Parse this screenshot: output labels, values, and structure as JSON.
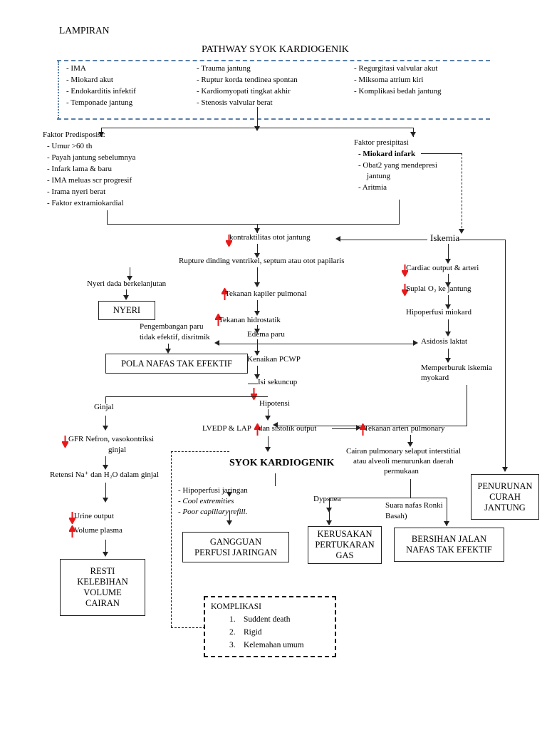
{
  "page": {
    "lampiran_label": "LAMPIRAN",
    "title": "PATHWAY SYOK KARDIOGENIK"
  },
  "etiology": {
    "column1": [
      "-  IMA",
      "-  Miokard akut",
      "-  Endokarditis infektif",
      "-  Temponade jantung"
    ],
    "column2": [
      "- Trauma jantung",
      "- Ruptur korda tendinea spontan",
      "- Kardiomyopati tingkat akhir",
      "- Stenosis valvular berat"
    ],
    "column3": [
      "- Regurgitasi valvular akut",
      "- Miksoma atrium kiri",
      "- Komplikasi bedah jantung"
    ]
  },
  "predisposisi": {
    "heading": "Faktor Predisposisi:",
    "items": [
      "-  Umur >60 th",
      "-  Payah jantung sebelumnya",
      "-  Infark lama & baru",
      "-  IMA meluas scr progresif",
      "-  Irama nyeri berat",
      "-  Faktor extramiokardial"
    ]
  },
  "presipitasi": {
    "heading": "Faktor presipitasi",
    "item_bold": "-  Miokard infark",
    "item2_line1": "-  Obat2 yang mendepresi",
    "item2_line2": "jantung",
    "item3": "-  Aritmia"
  },
  "nodes": {
    "kontraktilitas": "kontraktilitas otot jantung",
    "iskemia": "Iskemia",
    "rupture": "Rupture dinding ventrikel, septum atau otot papilaris",
    "cardiac_output": "Cardiac output & arteri",
    "suplai_o2": "Suplai O₂ ke jantung",
    "hipoperfusi_miokard": "Hipoperfusi miokard",
    "asidosis_laktat": "Asidosis laktat",
    "memperburuk_l1": "Memperburuk iskemia",
    "memperburuk_l2": "myokard",
    "nyeri_dada": "Nyeri dada berkelanjutan",
    "tekanan_kapiler": "Tekanan kapiler pulmonal",
    "tekanan_hidrostatik": "Tekanan hidrostatik",
    "edema_paru": "Edema paru",
    "pengembangan_l1": "Pengembangan paru",
    "pengembangan_l2": "tidak efektif, disritmik",
    "kenaikan_pcwp": "Kenaikan PCWP",
    "isi_sekuncup": "Isi sekuncup",
    "hipotensi": "Hipotensi",
    "ginjal": "Ginjal",
    "gfr_l1": "GFR Nefron, vasokontriksi",
    "gfr_l2": "ginjal",
    "retensi": "Retensi Na⁺ dan H₂O dalam ginjal",
    "urine_output": "Urine output",
    "volume_plasma": "Volume plasma",
    "lvedp_lap": "LVEDP & LAP",
    "sistolik_output": "dan sistolik output",
    "tekanan_arteri_pulmonary": "Tekanan arteri pulmonary",
    "cairan_l1": "Cairan pulmonary selaput interstitial",
    "cairan_l2": "atau alveoli menurunkan daerah",
    "cairan_l3": "permukaan",
    "syok_kardiogenik": "SYOK KARDIOGENIK",
    "dypsnea": "Dypsnea",
    "ronki_l1": "Suara nafas Ronki",
    "ronki_l2": "Basah)"
  },
  "syok_signs": [
    {
      "text": "-  Hipoperfusi jaringan",
      "italic": false
    },
    {
      "text": "-  Cool extremities",
      "italic": true
    },
    {
      "text": "-  Poor capillary refill.",
      "italic": true
    }
  ],
  "diagnosis_boxes": {
    "nyeri": "NYERI",
    "pola_nafas": "POLA NAFAS TAK EFEKTIF",
    "resti_l1": "RESTI",
    "resti_l2": "KELEBIHAN",
    "resti_l3": "VOLUME",
    "resti_l4": "CAIRAN",
    "gangguan_l1": "GANGGUAN",
    "gangguan_l2": "PERFUSI JARINGAN",
    "kerusakan_l1": "KERUSAKAN",
    "kerusakan_l2": "PERTUKARAN",
    "kerusakan_l3": "GAS",
    "bersihan_l1": "BERSIHAN JALAN",
    "bersihan_l2": "NAFAS TAK EFEKTIF",
    "penurunan_l1": "PENURUNAN",
    "penurunan_l2": "CURAH",
    "penurunan_l3": "JANTUNG"
  },
  "komplikasi": {
    "heading": "KOMPLIKASI",
    "items": [
      {
        "num": "1.",
        "text": "Suddent death"
      },
      {
        "num": "2.",
        "text": "Rigid"
      },
      {
        "num": "3.",
        "text": "Kelemahan  umum"
      }
    ]
  },
  "colors": {
    "indicator_red": "#e8191a",
    "dashed_blue": "#5b7fa6",
    "line_black": "#222222"
  }
}
